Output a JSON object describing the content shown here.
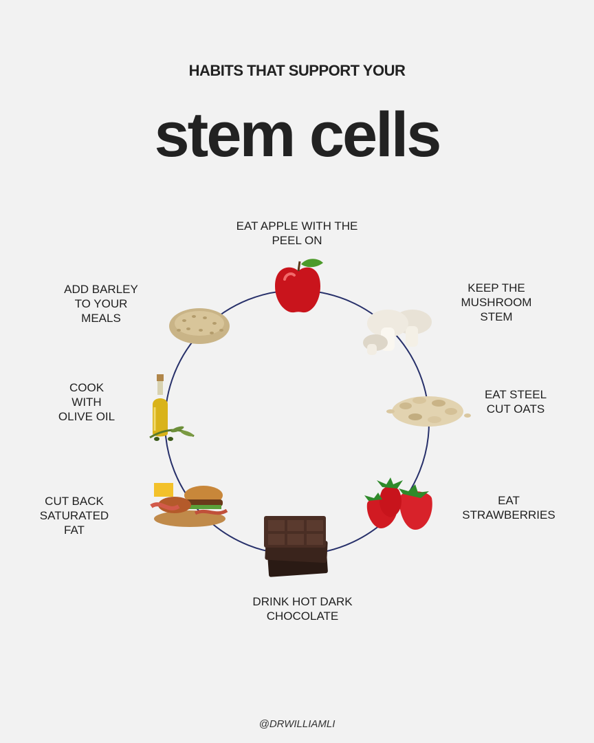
{
  "header": {
    "subtitle": "HABITS THAT SUPPORT YOUR",
    "title": "stem cells"
  },
  "habits": [
    {
      "label": "EAT APPLE WITH THE\nPEEL ON",
      "icon": "apple-icon"
    },
    {
      "label": "KEEP THE\nMUSHROOM\nSTEM",
      "icon": "mushroom-icon"
    },
    {
      "label": "EAT STEEL\nCUT OATS",
      "icon": "oats-icon"
    },
    {
      "label": "EAT\nSTRAWBERRIES",
      "icon": "strawberry-icon"
    },
    {
      "label": "DRINK HOT DARK\nCHOCOLATE",
      "icon": "chocolate-icon"
    },
    {
      "label": "CUT BACK\nSATURATED\nFAT",
      "icon": "fast-food-icon"
    },
    {
      "label": "COOK\nWITH\nOLIVE OIL",
      "icon": "olive-oil-icon"
    },
    {
      "label": "ADD BARLEY\nTO YOUR\nMEALS",
      "icon": "barley-icon"
    }
  ],
  "footer": {
    "handle": "@DRWILLIAMLI"
  },
  "colors": {
    "background": "#f2f2f2",
    "ring": "#27306a",
    "text": "#1f1f1f"
  }
}
